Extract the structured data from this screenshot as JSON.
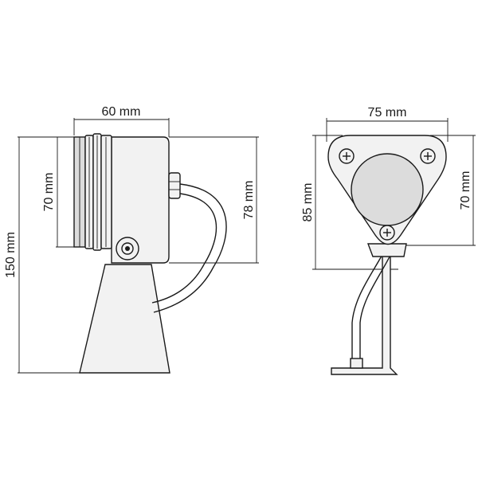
{
  "side_view": {
    "width_label": "60 mm",
    "lens_height_label": "70 mm",
    "body_height_label": "78 mm",
    "total_height_label": "150 mm"
  },
  "front_view": {
    "width_label": "75 mm",
    "height_label": "85 mm",
    "lens_height_label": "70 mm"
  }
}
